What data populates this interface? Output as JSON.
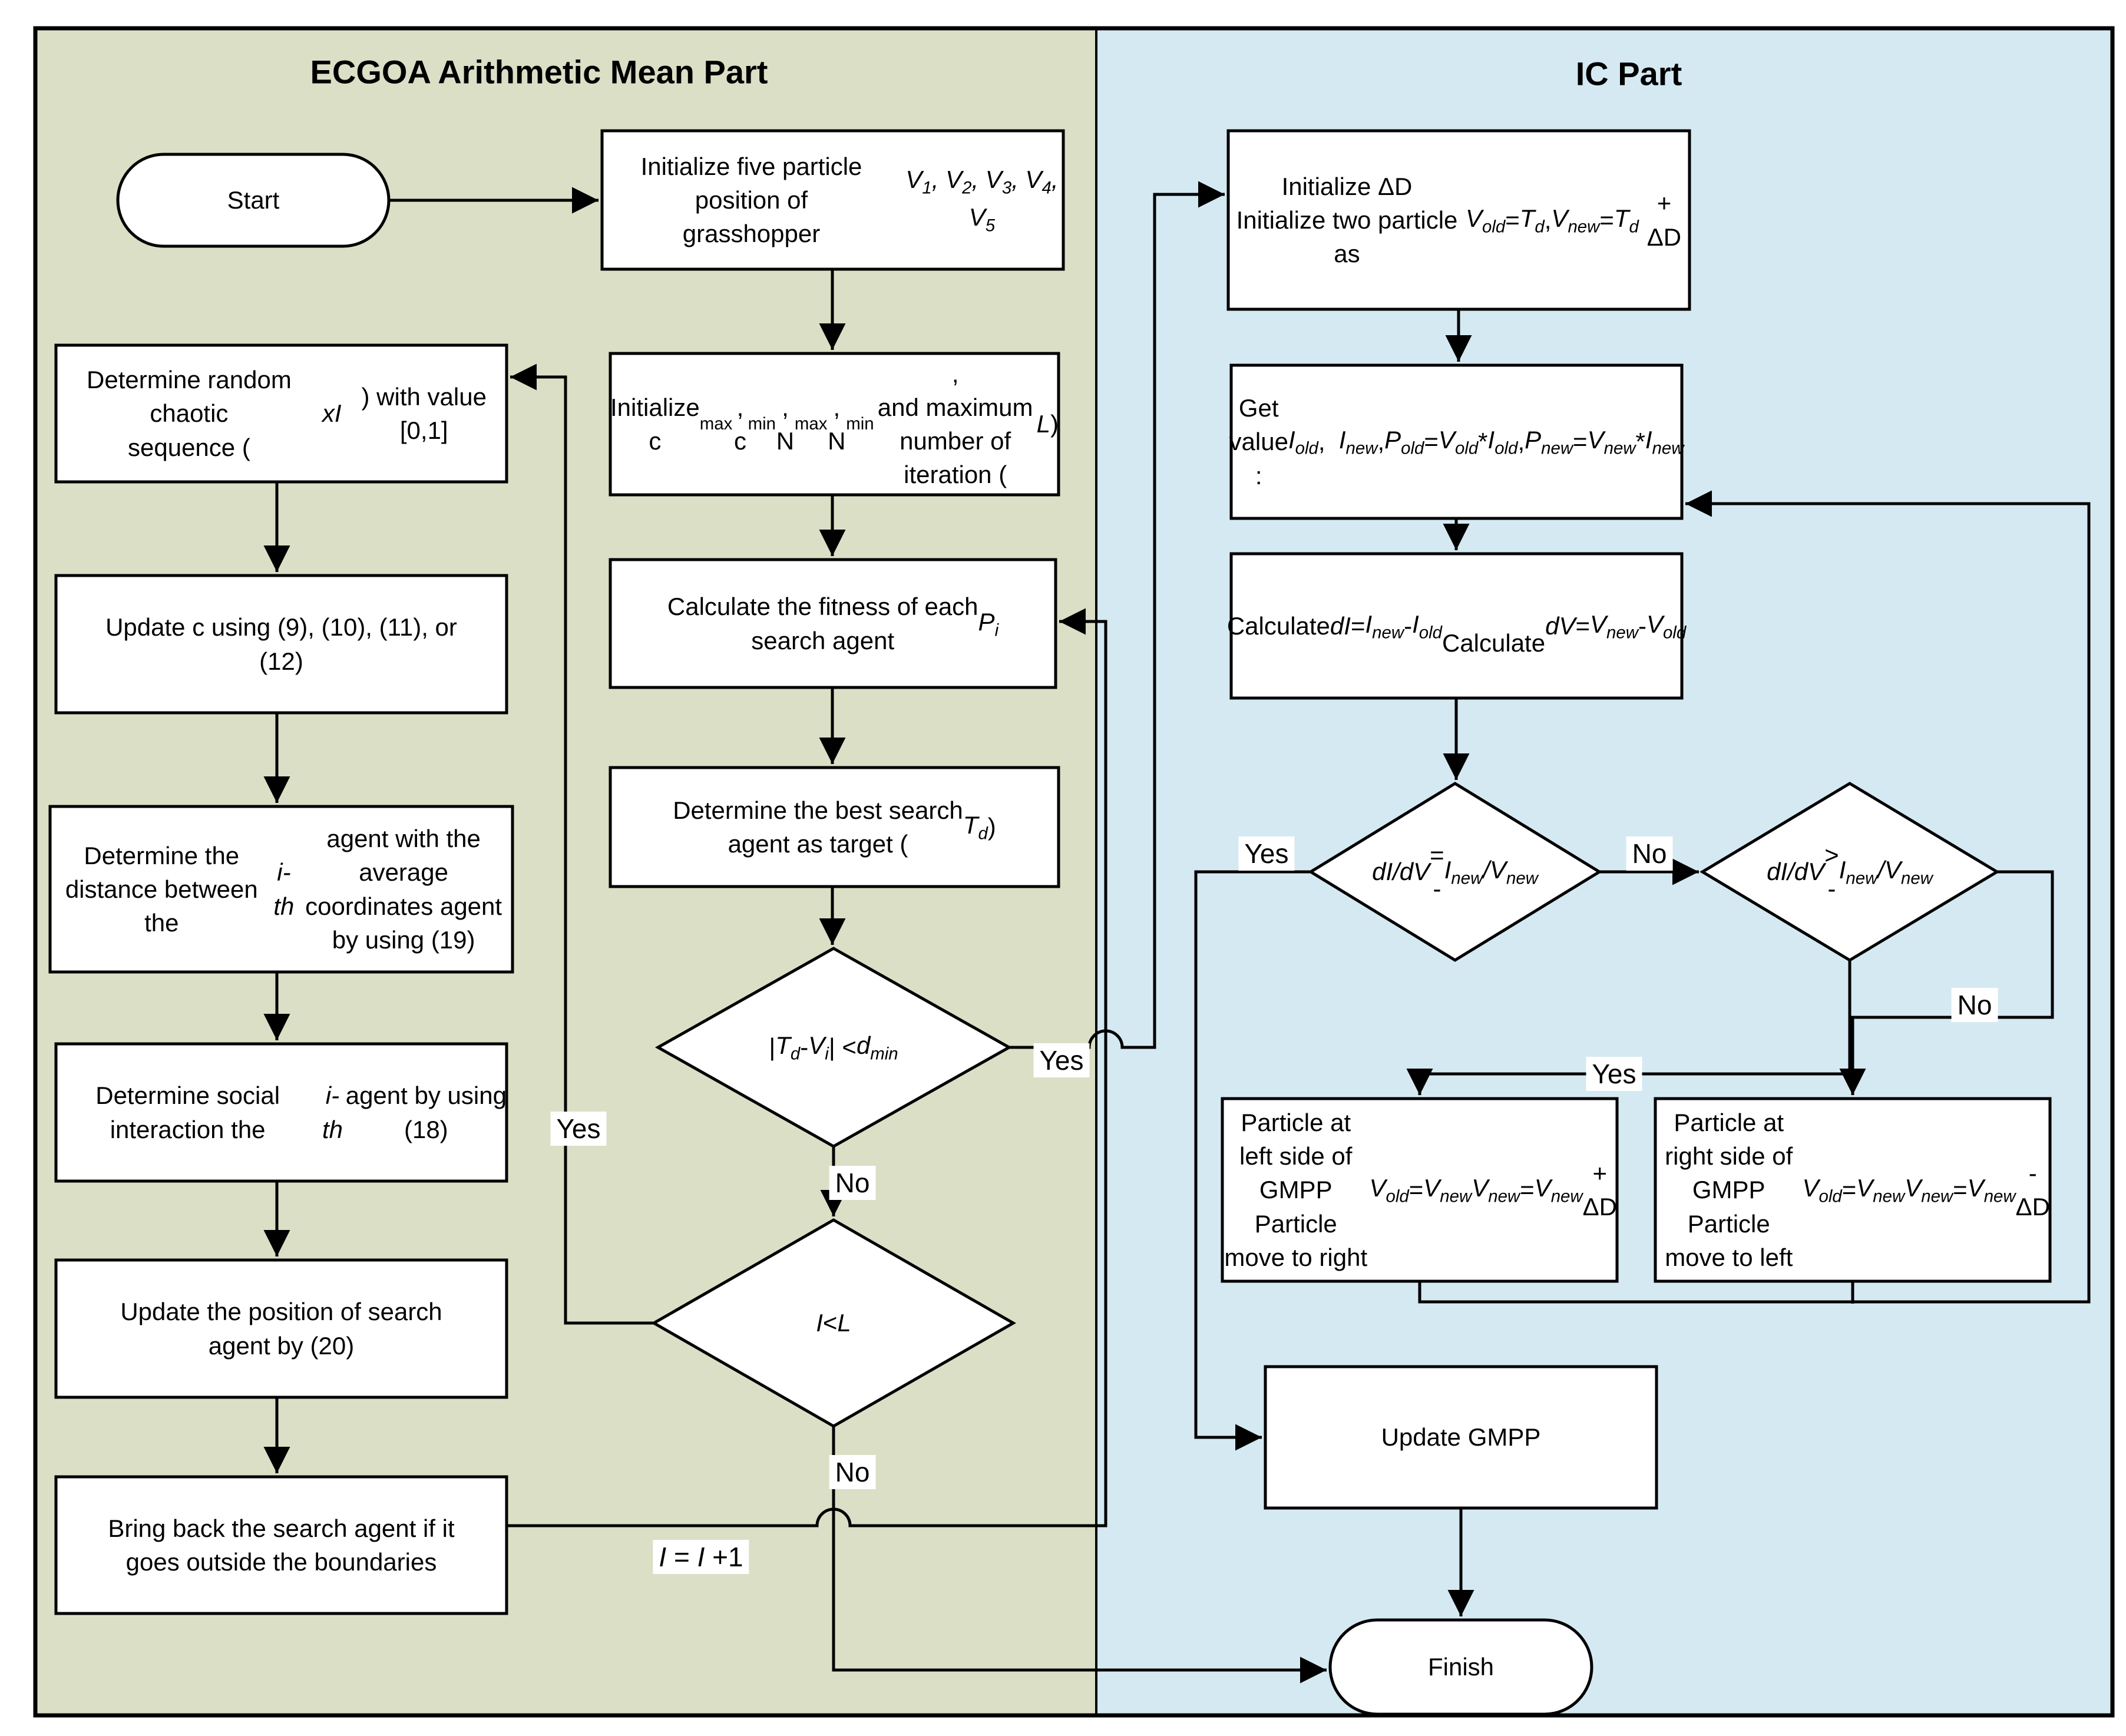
{
  "titles": {
    "left": "ECGOA Arithmetic Mean Part",
    "right": "IC Part"
  },
  "colors": {
    "left_panel_bg": "#dbdfc6",
    "right_panel_bg": "#d5e9f2",
    "node_bg": "#ffffff",
    "line": "#000000"
  },
  "nodes": {
    "start": "Start",
    "m1": [
      "Initialize five particle position of",
      "grasshopper",
      "<i>V<sub>1</sub>, V<sub>2</sub>, V<sub>3</sub>, V<sub>4</sub>, V<sub>5</sub></i>"
    ],
    "m2": [
      "Initialize c<sub>max</sub>, c<sub>min</sub>, N<sub>max</sub>, N<sub>min</sub>,",
      "and maximum number of",
      "iteration (<i>L</i>)"
    ],
    "m3": [
      "Calculate the fitness of each",
      "search agent",
      "<i>P<sub>i</sub></i>"
    ],
    "m4": [
      "Determine the best search",
      "agent as target (<i>T<sub>d</sub></i>)"
    ],
    "d1": "|<i>T<sub>d</sub></i> - <i>V<sub>i</sub></i>| &lt; <i>d<sub>min</sub></i>",
    "d2": "<i>I</i> &lt; <i>L</i>",
    "l1": [
      "Determine random chaotic",
      "sequence (<i>xI</i>) with value [0,1]"
    ],
    "l2": [
      "Update c using (9), (10), (11), or",
      "(12)"
    ],
    "l3": [
      "Determine the distance between",
      "the <i>i-th</i> agent with the average",
      "coordinates agent by using (19)"
    ],
    "l4": [
      "Determine social interaction the",
      "<i>i-th</i> agent by using (18)"
    ],
    "l5": [
      "Update the position of search",
      "agent by (20)"
    ],
    "l6": [
      "Bring back the search agent if it",
      "goes outside the boundaries"
    ],
    "r1": [
      "Initialize ΔD",
      "Initialize two particle as",
      "<i>V<sub>old</sub></i> = <i>T<sub>d</sub></i>,",
      "<i>V<sub>new</sub></i> = <i>T<sub>d</sub></i> + ΔD"
    ],
    "r2": [
      "Get value :",
      "<i>I<sub>old</sub></i>,&nbsp;&nbsp;<i>I<sub>new</sub></i>,",
      "<i>P<sub>old</sub></i> = <i>V<sub>old</sub></i>*<i>I<sub>old</sub></i>,",
      "<i>P<sub>new</sub></i> = <i>V<sub>new</sub></i>*<i>I<sub>new</sub></i>"
    ],
    "r3": [
      "Calculate <i>dI</i> = <i>I<sub>new</sub></i> - <i>I<sub>old</sub></i>",
      "Calculate <i>dV</i> = <i>V<sub>new</sub></i> - <i>V<sub>old</sub></i>"
    ],
    "d3": [
      "<i>dI/dV</i> =",
      "- <i>I<sub>new</sub>/V<sub>new</sub></i>"
    ],
    "d4": [
      "<i>dI/dV</i> &gt;",
      "- <i>I<sub>new</sub>/V<sub>new</sub></i>"
    ],
    "r4": [
      "Particle at left side of GMPP",
      "Particle move to right",
      "<i>V<sub>old</sub></i> = <i>V<sub>new</sub></i>",
      "<i>V<sub>new</sub></i> = <i>V<sub>new</sub></i> + ΔD"
    ],
    "r5": [
      "Particle at right side of GMPP",
      "Particle move to left",
      "<i>V<sub>old</sub></i> = <i>V<sub>new</sub></i>",
      "<i>V<sub>new</sub></i> = <i>V<sub>new</sub></i> - ΔD"
    ],
    "r6": "Update GMPP",
    "finish": "Finish"
  },
  "labels": {
    "d1_yes": "Yes",
    "d1_no": "No",
    "d2_yes": "Yes",
    "d2_no": "No",
    "iteration": "<i>I</i> = <i>I</i> +1",
    "d3_yes": "Yes",
    "d3_no": "No",
    "d4_yes": "Yes",
    "d4_no": "No"
  }
}
